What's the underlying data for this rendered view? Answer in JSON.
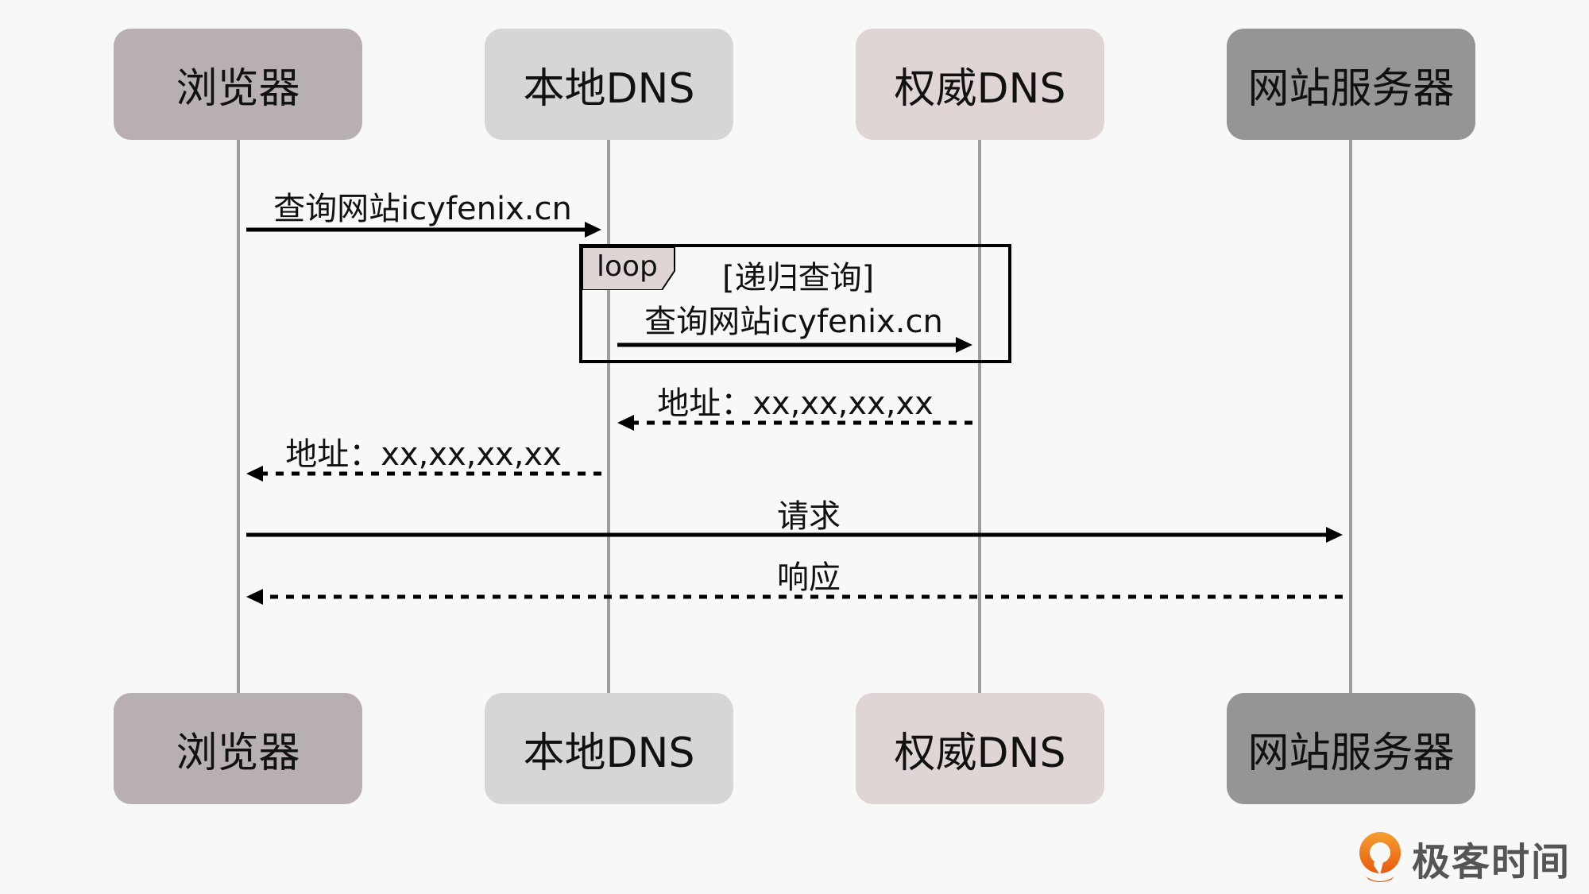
{
  "diagram": {
    "type": "sequence",
    "participants": [
      {
        "id": "browser",
        "label": "浏览器",
        "color": "#b8b0b0"
      },
      {
        "id": "local_dns",
        "label": "本地DNS",
        "color": "#d6d6d6"
      },
      {
        "id": "auth_dns",
        "label": "权威DNS",
        "color": "#e0d5d5"
      },
      {
        "id": "web_server",
        "label": "网站服务器",
        "color": "#959595"
      }
    ],
    "messages": [
      {
        "from": "browser",
        "to": "local_dns",
        "label": "查询网站icyfenix.cn",
        "style": "solid"
      },
      {
        "from": "local_dns",
        "to": "auth_dns",
        "label": "查询网站icyfenix.cn",
        "style": "solid",
        "in_loop": true
      },
      {
        "from": "auth_dns",
        "to": "local_dns",
        "label": "地址：xx,xx,xx,xx",
        "style": "dashed"
      },
      {
        "from": "local_dns",
        "to": "browser",
        "label": "地址：xx,xx,xx,xx",
        "style": "dashed"
      },
      {
        "from": "browser",
        "to": "web_server",
        "label": "请求",
        "style": "solid"
      },
      {
        "from": "web_server",
        "to": "browser",
        "label": "响应",
        "style": "dashed"
      }
    ],
    "loop": {
      "tag": "loop",
      "guard": "[递归查询]",
      "tag_color": "#e0d5d5"
    }
  },
  "logo": {
    "text": "极客时间",
    "icon": "geektime-logo-icon",
    "color": "#f06a1a"
  }
}
